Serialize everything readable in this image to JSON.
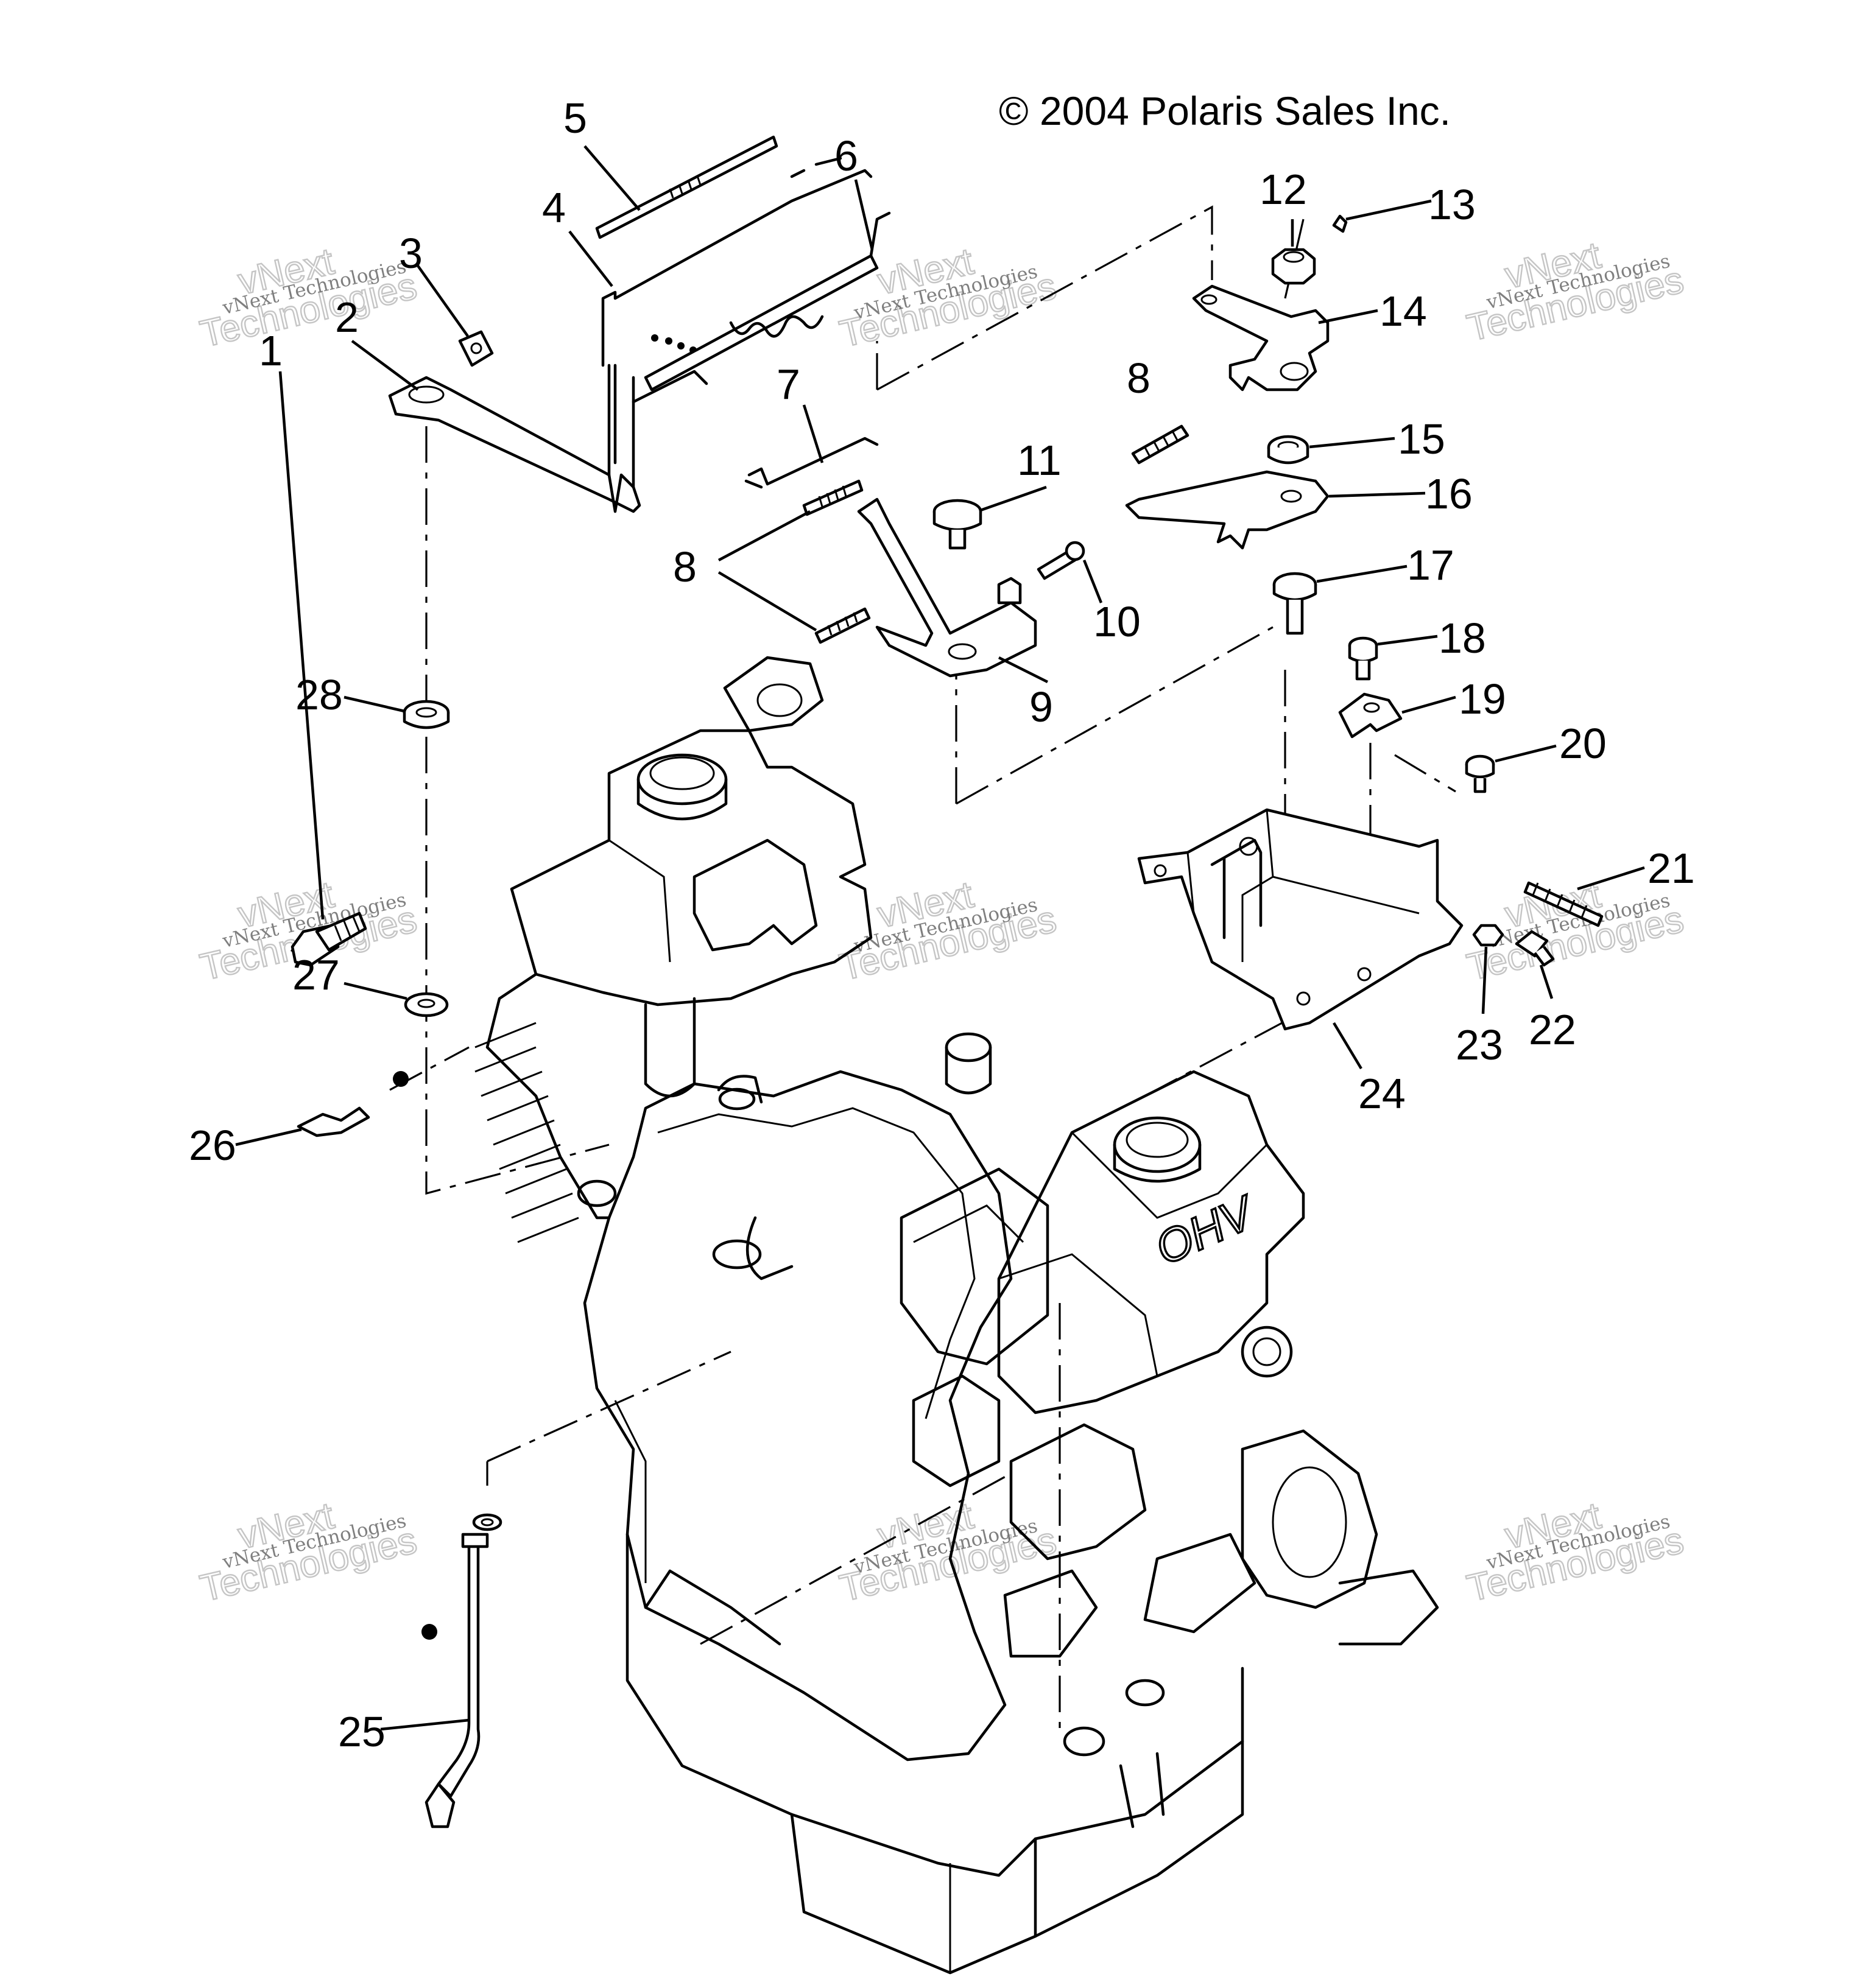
{
  "copyright": "© 2004 Polaris Sales Inc.",
  "watermark": {
    "line1": "vNext Technologies",
    "line2": "vNext",
    "line3": "Technologies"
  },
  "callouts": {
    "c1": "1",
    "c2": "2",
    "c3": "3",
    "c4": "4",
    "c5": "5",
    "c6": "6",
    "c7": "7",
    "c8a": "8",
    "c8b": "8",
    "c9": "9",
    "c10": "10",
    "c11": "11",
    "c12": "12",
    "c13": "13",
    "c14": "14",
    "c15": "15",
    "c16": "16",
    "c17": "17",
    "c18": "18",
    "c19": "19",
    "c20": "20",
    "c21": "21",
    "c22": "22",
    "c23": "23",
    "c24": "24",
    "c25": "25",
    "c26": "26",
    "c27": "27",
    "c28": "28"
  },
  "engine_text": "OHV"
}
